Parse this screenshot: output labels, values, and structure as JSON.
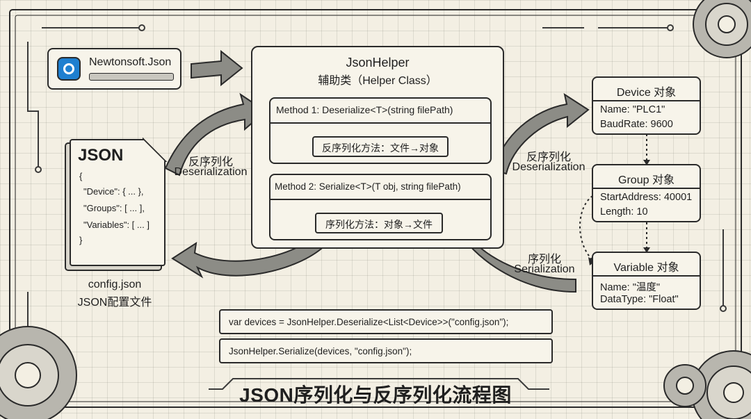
{
  "library": {
    "name": "Newtonsoft.Json"
  },
  "helper": {
    "title": "JsonHelper",
    "subtitle": "辅助类（Helper Class）",
    "method1": {
      "signature": "Method 1: Deserialize<T>(string filePath)",
      "note": "反序列化方法：文件→对象"
    },
    "method2": {
      "signature": "Method 2: Serialize<T>(T obj, string filePath)",
      "note": "序列化方法：对象→文件"
    }
  },
  "json_file": {
    "heading": "JSON",
    "lines": [
      "{",
      "\"Device\": { ... },",
      "\"Groups\": [ ... ],",
      "\"Variables\": [ ... ]",
      "}"
    ],
    "filename": "config.json",
    "caption": "JSON配置文件"
  },
  "arrows": {
    "deserialize_left": {
      "cn": "反序列化",
      "en": "Deserialization"
    },
    "deserialize_right": {
      "cn": "反序列化",
      "en": "Deserialization"
    },
    "serialize_right": {
      "cn": "序列化",
      "en": "Serialization"
    }
  },
  "objects": [
    {
      "title": "Device 对象",
      "fields": [
        "Name: \"PLC1\"",
        "BaudRate: 9600"
      ]
    },
    {
      "title": "Group 对象",
      "fields": [
        "StartAddress: 40001",
        "Length: 10"
      ]
    },
    {
      "title": "Variable 对象",
      "fields": [
        "Name: \"温度\"",
        "DataType: \"Float\""
      ]
    }
  ],
  "code": [
    "var devices = JsonHelper.Deserialize<List<Device>>(\"config.json\");",
    "JsonHelper.Serialize(devices, \"config.json\");"
  ],
  "title": "JSON序列化与反序列化流程图",
  "colors": {
    "paper": "#f3efe3",
    "ink": "#2a2a2a",
    "logo": "#1e7fd0",
    "arrow_fill": "#8c8c86"
  }
}
